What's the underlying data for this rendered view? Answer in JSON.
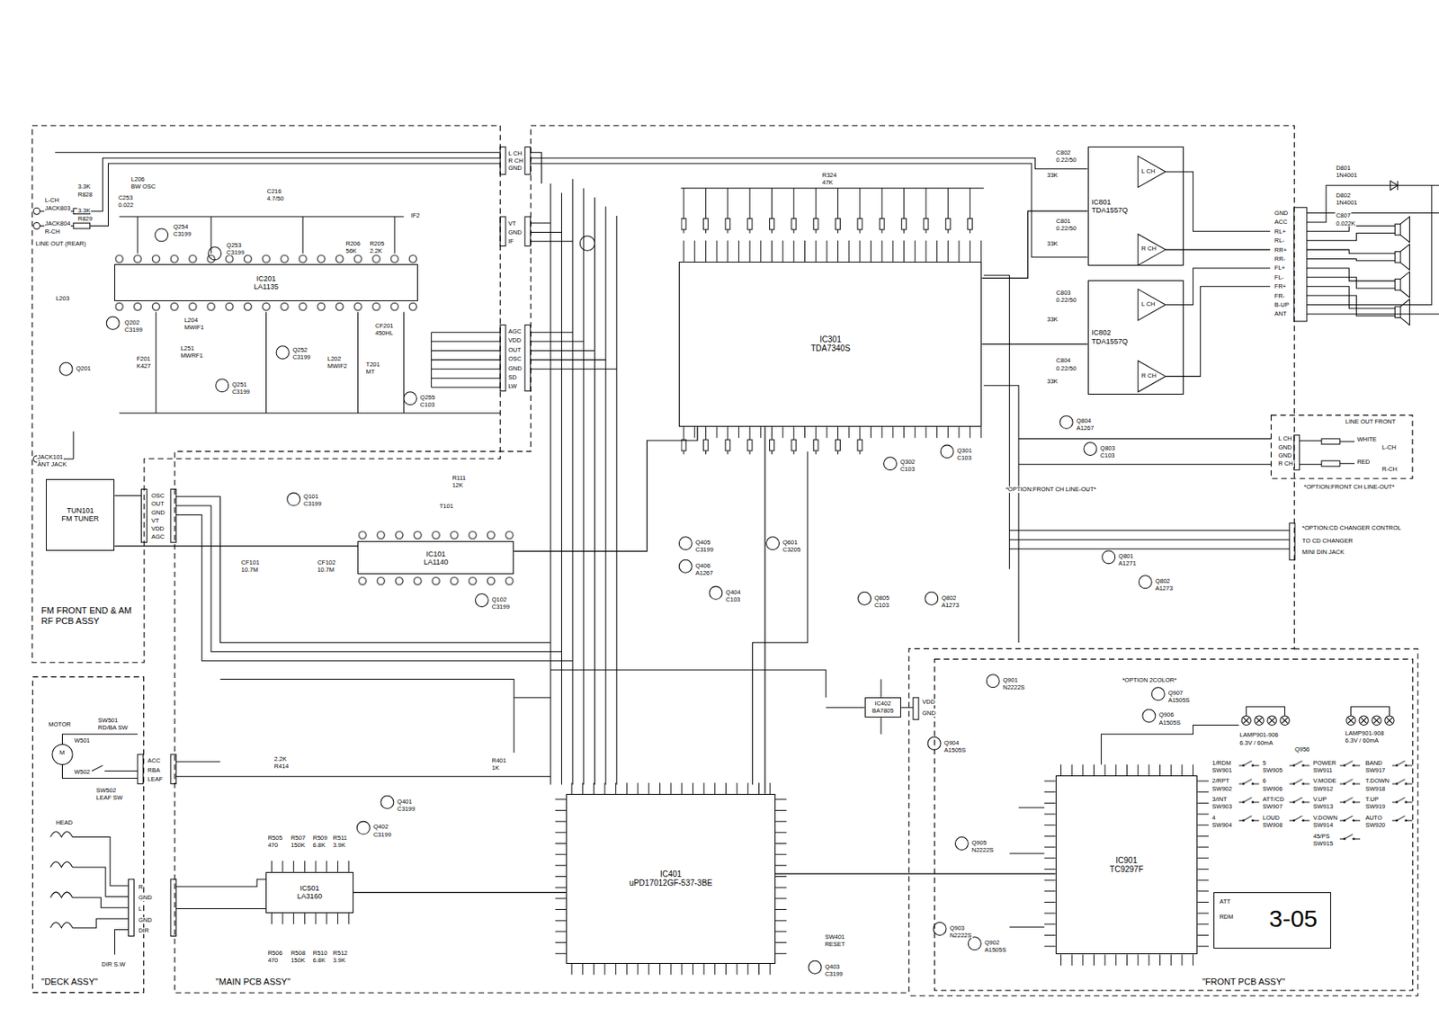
{
  "diagram": {
    "nodes": [
      {
        "text": [
          "FM FRONT END & AM RF PCB ASSY"
        ]
      },
      {
        "text": [
          "IC201",
          "LA1135"
        ],
        "in": 0
      },
      {
        "text": [
          "TUN101",
          "FM TUNER"
        ],
        "in": 0
      },
      {
        "text": [
          "\"DECK ASSY\""
        ]
      },
      {
        "text": [
          "\"MAIN PCB ASSY\""
        ]
      },
      {
        "text": [
          "IC101",
          "LA1140"
        ],
        "in": 4
      },
      {
        "text": [
          "IC301",
          "TDA7340S"
        ],
        "in": 4
      },
      {
        "text": [
          "IC801",
          "TDA1557Q"
        ],
        "in": 4
      },
      {
        "text": [
          "IC802",
          "TDA1557Q"
        ],
        "in": 4
      },
      {
        "text": [
          "IC401",
          "uPD17012GF-537-3BE"
        ],
        "in": 4
      },
      {
        "text": [
          "IC501",
          "LA3160"
        ],
        "in": 4
      },
      {
        "text": [
          "IC402",
          "BA7805"
        ],
        "in": 4
      },
      {
        "text": [
          "\"FRONT PCB ASSY\""
        ]
      },
      {
        "text": [
          "IC901",
          "TC9297F"
        ],
        "in": 12
      },
      {
        "text": [
          "LINE OUT FRONT"
        ]
      },
      {
        "text": [
          "ATT",
          "RDM",
          "3-05"
        ],
        "in": 12
      }
    ],
    "edges": [
      {
        "from": 2,
        "to": 5,
        "arrow": "none"
      },
      {
        "from": 5,
        "to": 6,
        "arrow": "none"
      },
      {
        "from": 6,
        "to": 7,
        "arrow": "none"
      },
      {
        "from": 6,
        "to": 8,
        "arrow": "none"
      },
      {
        "from": 9,
        "to": 6,
        "arrow": "none"
      },
      {
        "from": 10,
        "to": 9,
        "arrow": "none"
      },
      {
        "from": 13,
        "to": 9,
        "arrow": "none"
      }
    ],
    "labels": [
      "L-CH",
      "JACK803",
      "JACK804",
      "R-CH",
      "LINE OUT (REAR)",
      "3.3K",
      "R828",
      "3.3K",
      "R829",
      "L206",
      "BW OSC",
      "C253",
      "0.022",
      "Q254",
      "C3199",
      "Q253",
      "C3199",
      "C216",
      "4.7/50",
      "R206",
      "56K",
      "R205",
      "2.2K",
      "IF2",
      "L203",
      "Q202",
      "C3199",
      "Q201",
      "F201",
      "K427",
      "L204",
      "MWIF1",
      "L251",
      "MWRF1",
      "Q252",
      "C3199",
      "L202",
      "MWIF2",
      "CF201",
      "450HL",
      "T201",
      "MT",
      "Q251",
      "C3199",
      "Q255",
      "C103",
      "JACK101",
      "ANT JACK",
      "L CH",
      "R CH",
      "GND",
      "VT",
      "GND",
      "IF",
      "AGC",
      "VDD",
      "OUT",
      "OSC",
      "GND",
      "SD",
      "LW",
      "OSC",
      "OUT",
      "GND",
      "VT",
      "VDD",
      "AGC",
      "Q101",
      "C3199",
      "CF101",
      "10.7M",
      "CF102",
      "10.7M",
      "R111",
      "12K",
      "T101",
      "Q102",
      "C3199",
      "R324",
      "47K",
      "*OPTION:FRONT CH LINE-OUT*",
      "Q302",
      "C103",
      "Q301",
      "C103",
      "Q804",
      "A1267",
      "Q803",
      "C103",
      "C802",
      "0.22/50",
      "33K",
      "C801",
      "0.22/50",
      "33K",
      "C803",
      "0.22/50",
      "33K",
      "C804",
      "0.22/50",
      "33K",
      "L CH",
      "R CH",
      "L CH",
      "R CH",
      "GND",
      "ACC",
      "RL+",
      "RL-",
      "RR+",
      "RR-",
      "FL+",
      "FL-",
      "FR+",
      "FR-",
      "B-UP",
      "ANT",
      "D801",
      "1N4001",
      "D802",
      "1N4001",
      "C807",
      "0.022K",
      "WHITE",
      "L-CH",
      "RED",
      "R-CH",
      "L CH",
      "GND",
      "GND",
      "R CH",
      "*OPTION:FRONT CH LINE-OUT*",
      "*OPTION:CD CHANGER CONTROL",
      "TO CD CHANGER",
      "MINI DIN JACK",
      "Q405",
      "C3199",
      "Q406",
      "A1267",
      "Q404",
      "C103",
      "Q601",
      "C3205",
      "Q805",
      "C103",
      "Q802",
      "A1273",
      "Q801",
      "A1271",
      "Q802",
      "A1273",
      "Q401",
      "C3199",
      "Q402",
      "C3199",
      "SW401",
      "RESET",
      "Q403",
      "C3199",
      "R401",
      "1K",
      "2.2K",
      "R414",
      "R505",
      "470",
      "R507",
      "150K",
      "R509",
      "6.8K",
      "R511",
      "3.9K",
      "R506",
      "470",
      "R508",
      "150K",
      "R510",
      "6.8K",
      "R512",
      "3.9K",
      "MOTOR",
      "M",
      "SW501",
      "RD/BA SW",
      "W501",
      "W502",
      "SW502",
      "LEAF SW",
      "HEAD",
      "DIR S.W",
      "ACC",
      "RBA",
      "LEAF",
      "R",
      "GND",
      "L",
      "GND",
      "DIR",
      "VDD",
      "GND",
      "Q901",
      "N2222S",
      "*OPTION 2COLOR*",
      "Q907",
      "A1505S",
      "Q906",
      "A1505S",
      "Q904",
      "A1505S",
      "Q905",
      "N2222S",
      "Q903",
      "N2222S",
      "Q902",
      "A1505S",
      "1/RDM",
      "SW901",
      "2/RPT",
      "SW902",
      "3/INT",
      "SW903",
      "4",
      "SW904",
      "5",
      "SW905",
      "6",
      "SW906",
      "ATT/CD",
      "SW907",
      "LOUD",
      "SW908",
      "POWER",
      "SW911",
      "V.MODE",
      "SW912",
      "V.UP",
      "SW913",
      "V.DOWN",
      "SW914",
      "45/PS",
      "SW915",
      "BAND",
      "SW917",
      "T.DOWN",
      "SW918",
      "T.UP",
      "SW919",
      "AUTO",
      "SW920",
      "LAMP901-906",
      "6.3V / 60mA",
      "Q956",
      "LAMP901-908",
      "6.3V / 60mA"
    ]
  }
}
